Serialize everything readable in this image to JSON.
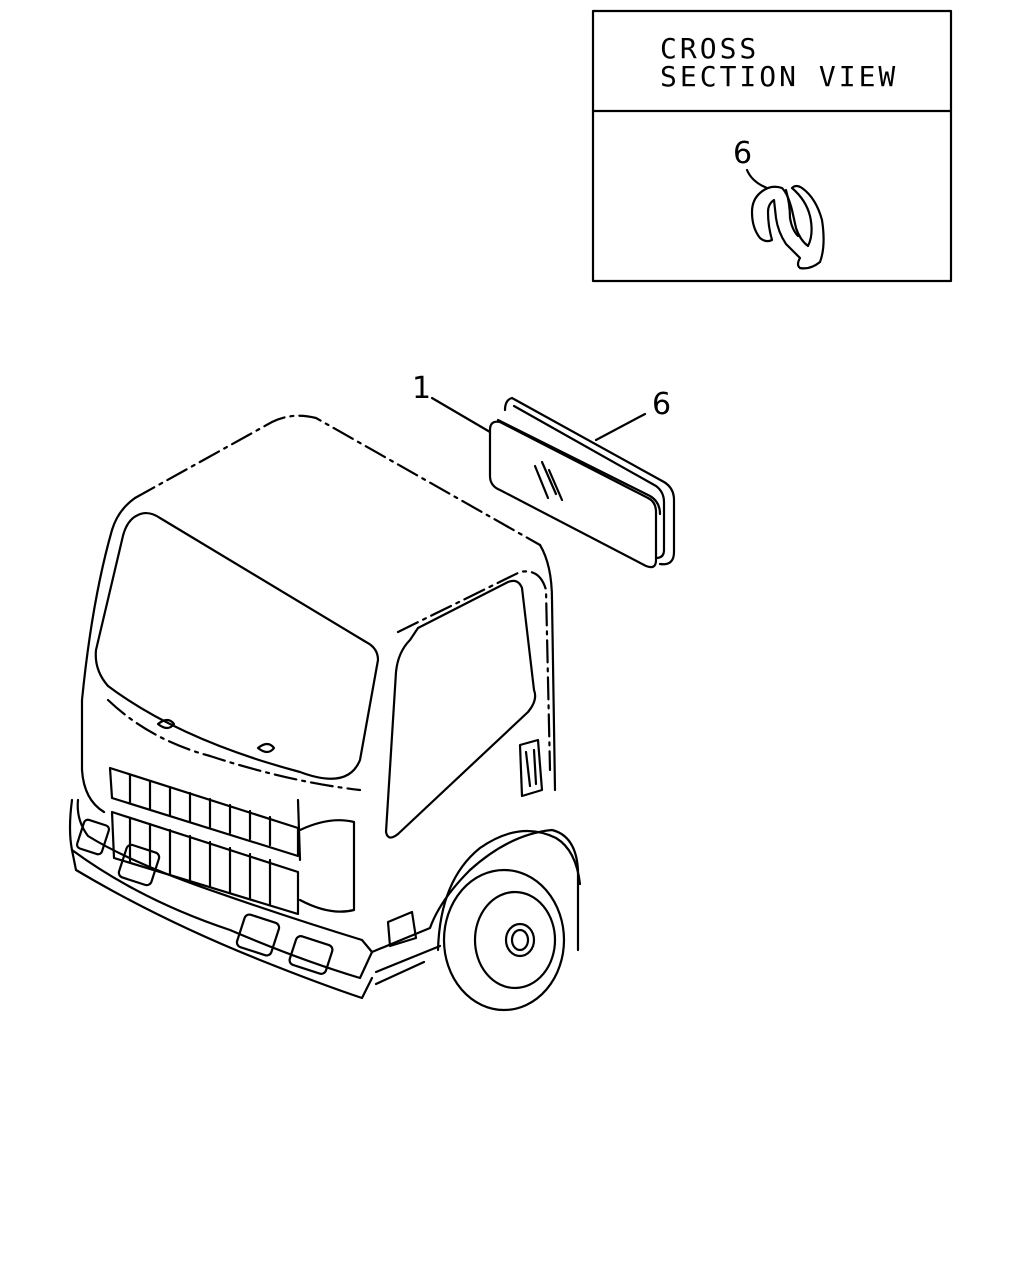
{
  "inset": {
    "title_line1": "CROSS",
    "title_line2": "SECTION VIEW",
    "callout": "6"
  },
  "callouts": {
    "glass": "1",
    "weatherstrip": "6"
  }
}
